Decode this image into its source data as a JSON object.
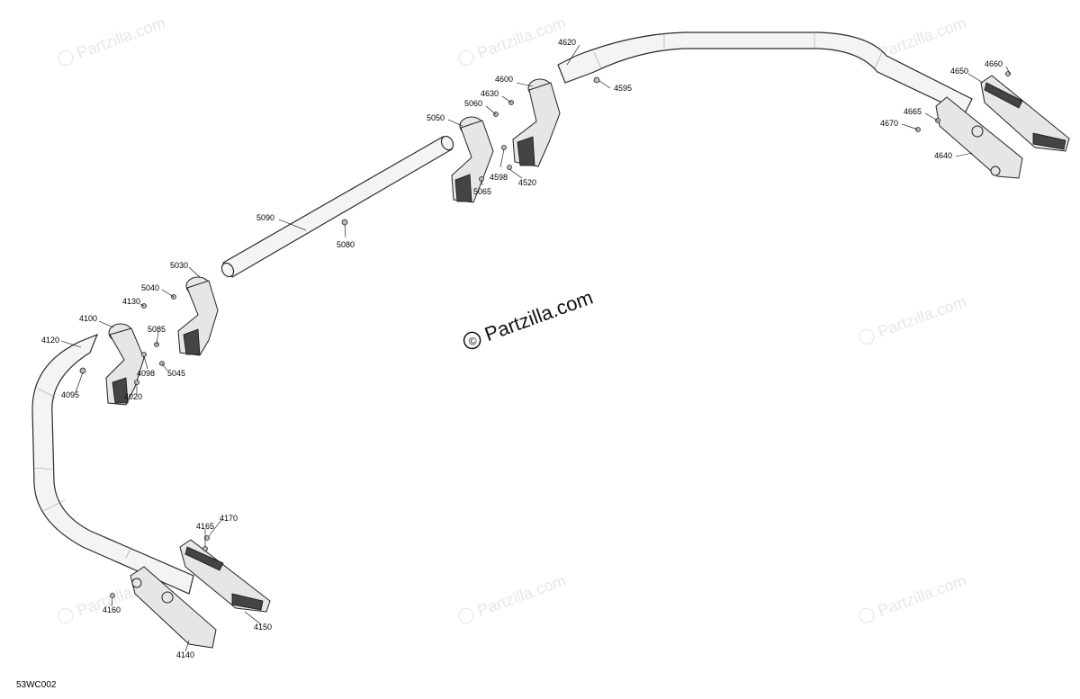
{
  "watermarks": {
    "faint_text": "Partzilla.com",
    "main_text": "Partzilla.com",
    "copyright_symbol": "©"
  },
  "drawing_code": "53WC002",
  "labels": {
    "l4620": "4620",
    "l4595": "4595",
    "l4660": "4660",
    "l4650": "4650",
    "l4665": "4665",
    "l4670": "4670",
    "l4640": "4640",
    "l4600": "4600",
    "l4630": "4630",
    "l5060": "5060",
    "l5050": "5050",
    "l4598": "4598",
    "l4520": "4520",
    "l5065": "5065",
    "l5090": "5090",
    "l5080": "5080",
    "l5030": "5030",
    "l5040": "5040",
    "l4130": "4130",
    "l4100": "4100",
    "l5085": "5085",
    "l4120": "4120",
    "l4098": "4098",
    "l5045": "5045",
    "l4095": "4095",
    "l4020": "4020",
    "l4170": "4170",
    "l4165": "4165",
    "l4160": "4160",
    "l4150": "4150",
    "l4140": "4140"
  }
}
